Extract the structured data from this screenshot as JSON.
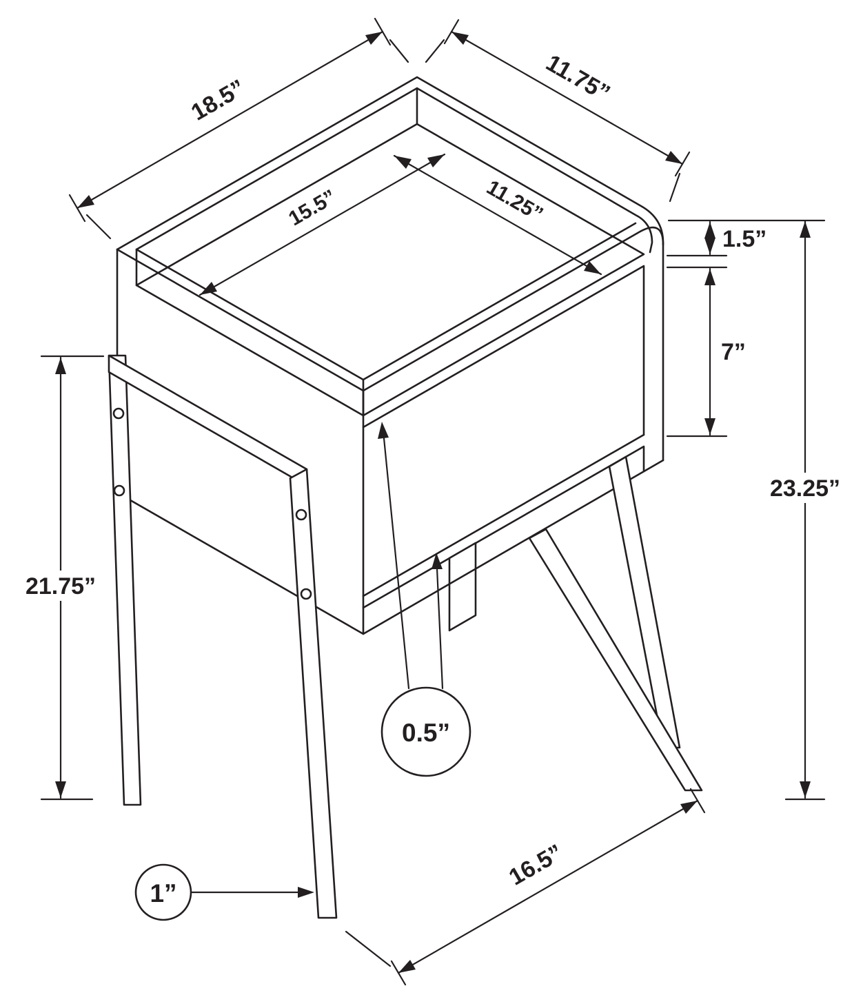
{
  "diagram": {
    "subject": "accent side table isometric dimension drawing",
    "units": "inches",
    "line_color": "#231f20",
    "background_color": "#ffffff",
    "dimensions": {
      "top_width": "18.5”",
      "top_depth": "11.75”",
      "tray_inner_length": "15.5”",
      "tray_inner_width": "11.25”",
      "tray_wall_height": "1.5”",
      "shelf_opening_height": "7”",
      "overall_height": "23.25”",
      "leg_height": "21.75”",
      "panel_thickness": "0.5”",
      "leg_width": "1”",
      "leg_footprint_depth": "16.5”"
    }
  }
}
